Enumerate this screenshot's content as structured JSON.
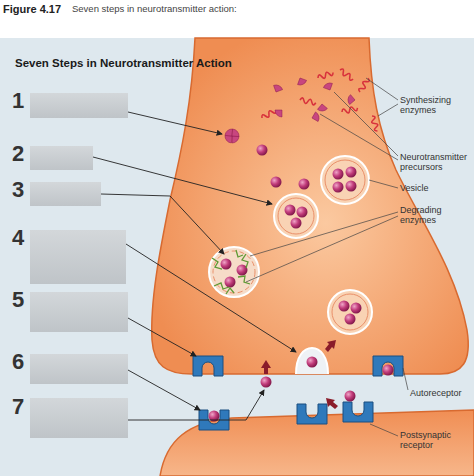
{
  "diagram": {
    "title": "Seven Steps in Neurotransmitter Action",
    "labels": [
      "Figure 4.17",
      "Seven steps in neurotransmitter action:",
      "1",
      "2",
      "3",
      "4",
      "5",
      "6",
      "7",
      "Synthesizing enzymes",
      "Neurotransmitter precursors",
      "Vesicle",
      "Degrading enzymes",
      "Autoreceptor",
      "Postsynaptic receptor"
    ]
  }
}
